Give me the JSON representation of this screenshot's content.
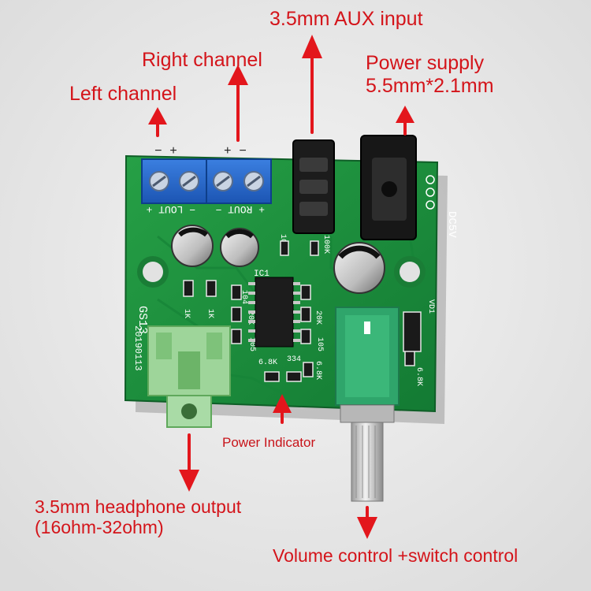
{
  "labels": {
    "aux_input": "3.5mm AUX input",
    "right_channel": "Right channel",
    "left_channel": "Left channel",
    "power_supply_line1": "Power supply",
    "power_supply_line2": "5.5mm*2.1mm",
    "power_indicator": "Power Indicator",
    "headphone_line1": "3.5mm headphone output",
    "headphone_line2": "(16ohm-32ohm)",
    "volume_control": "Volume control +switch control"
  },
  "board_silkscreen": {
    "terminal_marks_left": "− +",
    "terminal_marks_right": "+ −",
    "lout": "− LOUT +",
    "rout": "+ ROUT −",
    "dc5v": "DC5V",
    "model": "GS13",
    "date": "20190113",
    "ic": "IC1",
    "r_100k_a": "100K",
    "r_100k_b": "100K",
    "r_1k_a": "1K",
    "r_1k_b": "1K",
    "r_104": "104",
    "r_20k_a": "20K",
    "r_20k_b": "20K",
    "r_105_a": "105",
    "r_105_b": "105",
    "r_68k_a": "6.8K",
    "r_68k_b": "6.8K",
    "r_68k_c": "6.8K",
    "r_334": "334",
    "vd1": "VD1"
  },
  "colors": {
    "arrow": "#e3161c",
    "label": "#d4141a",
    "pcb": "#1f8f3a",
    "pcb_dark": "#147030",
    "terminal": "#2466c9",
    "jack_green": "#9ed59a",
    "pot_green": "#2fa56b"
  }
}
